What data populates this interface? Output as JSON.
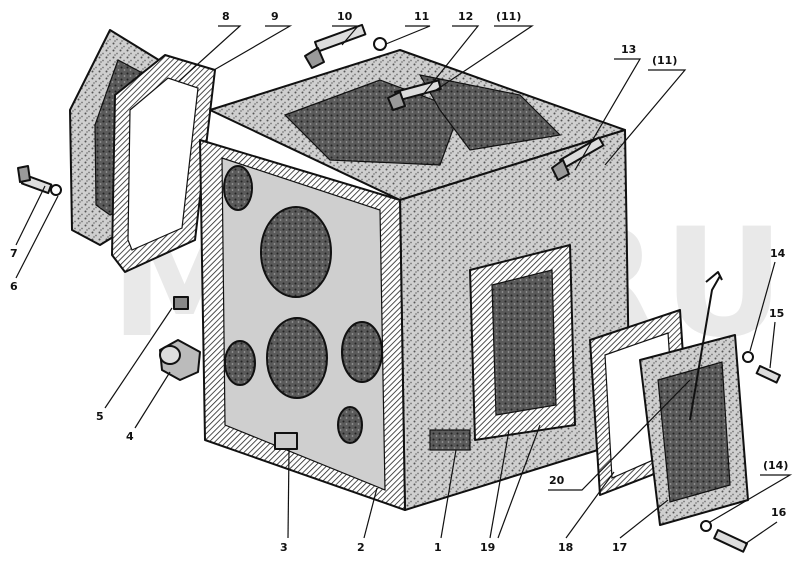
{
  "watermark": "MTZ.RU",
  "colors": {
    "ink": "#111111",
    "stipple": "#6e6e6e",
    "paper": "#ffffff",
    "watermark": "#e9e9e9"
  },
  "callouts": [
    "8",
    "9",
    "10",
    "11",
    "12",
    "(11)",
    "13",
    "(11)",
    "7",
    "6",
    "5",
    "4",
    "14",
    "15",
    "20",
    "(14)",
    "16",
    "17",
    "18",
    "19",
    "1",
    "2",
    "3"
  ]
}
